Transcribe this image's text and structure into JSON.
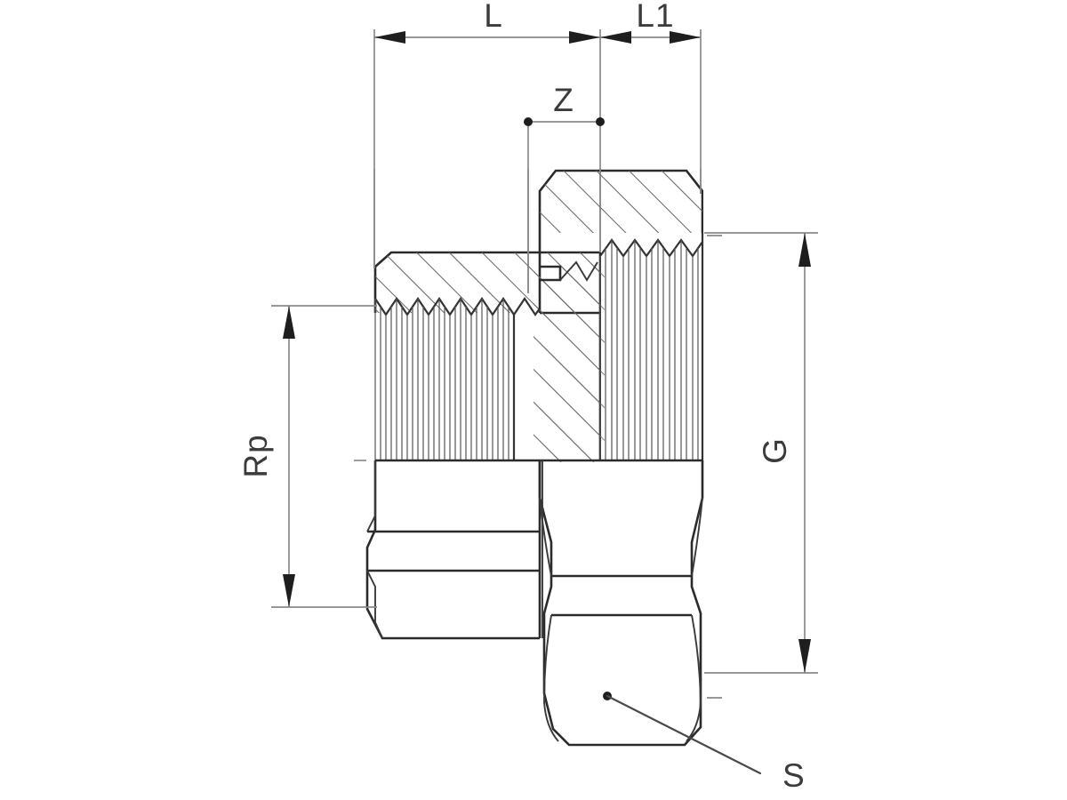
{
  "drawing": {
    "type": "technical-engineering-drawing",
    "subject": "threaded pipe fitting reducing nipple, sectional view",
    "background_color": "#ffffff",
    "line_color": "#2b2b2b",
    "dimension_color": "#8a8a8a",
    "text_color": "#3b3b3b",
    "dimensions": {
      "length_overall": {
        "label": "L",
        "orientation": "horizontal",
        "position": "top",
        "terminator": "arrow-both-inward"
      },
      "length_secondary": {
        "label": "L1",
        "orientation": "horizontal",
        "position": "top-right",
        "terminator": "arrow-both-inward"
      },
      "depth_z": {
        "label": "Z",
        "orientation": "horizontal",
        "position": "upper-middle",
        "terminator": "dot-both"
      },
      "thread_internal": {
        "label": "Rp",
        "orientation": "vertical-rotated",
        "position": "left",
        "terminator": "arrow-both-outward"
      },
      "thread_external": {
        "label": "G",
        "orientation": "vertical-rotated",
        "position": "right",
        "terminator": "arrow-both-outward"
      },
      "hex_across_flats": {
        "label": "S",
        "orientation": "leader",
        "position": "bottom-right",
        "terminator": "dot-leader"
      }
    }
  }
}
